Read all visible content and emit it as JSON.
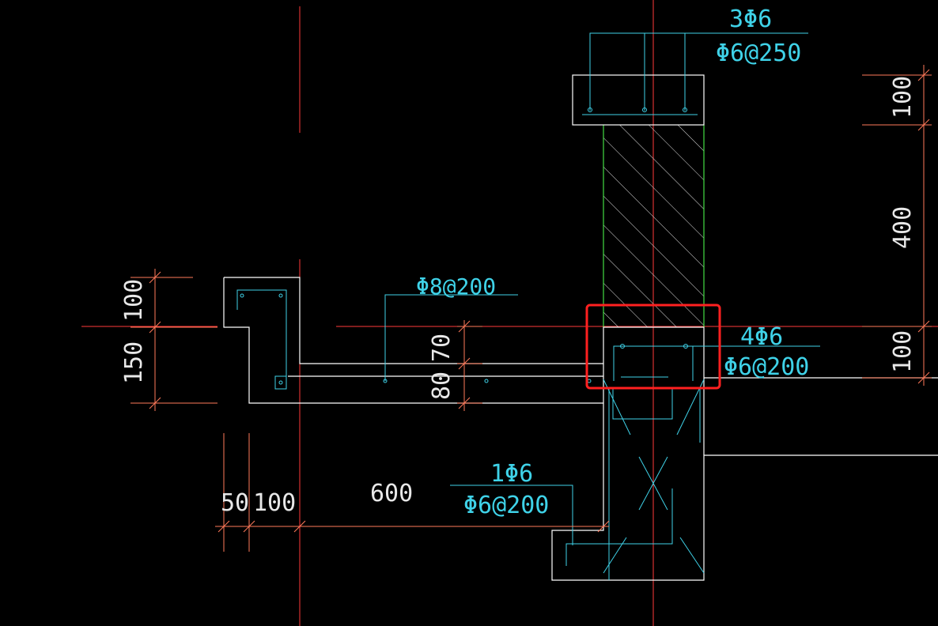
{
  "colors": {
    "background": "#000000",
    "axis": "#ff3a3a",
    "outline": "#ffffff",
    "rebar": "#3fd2e8",
    "dimension": "#ff7a5a",
    "hatch": "#44dd44",
    "highlight": "#ff2020"
  },
  "rebar_labels": {
    "top_longitudinal": "3Φ6",
    "top_stirrup": "Φ6@250",
    "slab_distribution": "Φ8@200",
    "beam_longitudinal": "4Φ6",
    "beam_stirrup": "Φ6@200",
    "footing_longitudinal": "1Φ6",
    "footing_stirrup": "Φ6@200"
  },
  "dimensions": {
    "right_top": "100",
    "right_middle": "400",
    "right_bottom": "100",
    "left_top": "100",
    "left_bottom": "150",
    "slab_upper": "70",
    "slab_lower": "80",
    "bottom_50": "50",
    "bottom_100": "100",
    "bottom_600": "600"
  }
}
